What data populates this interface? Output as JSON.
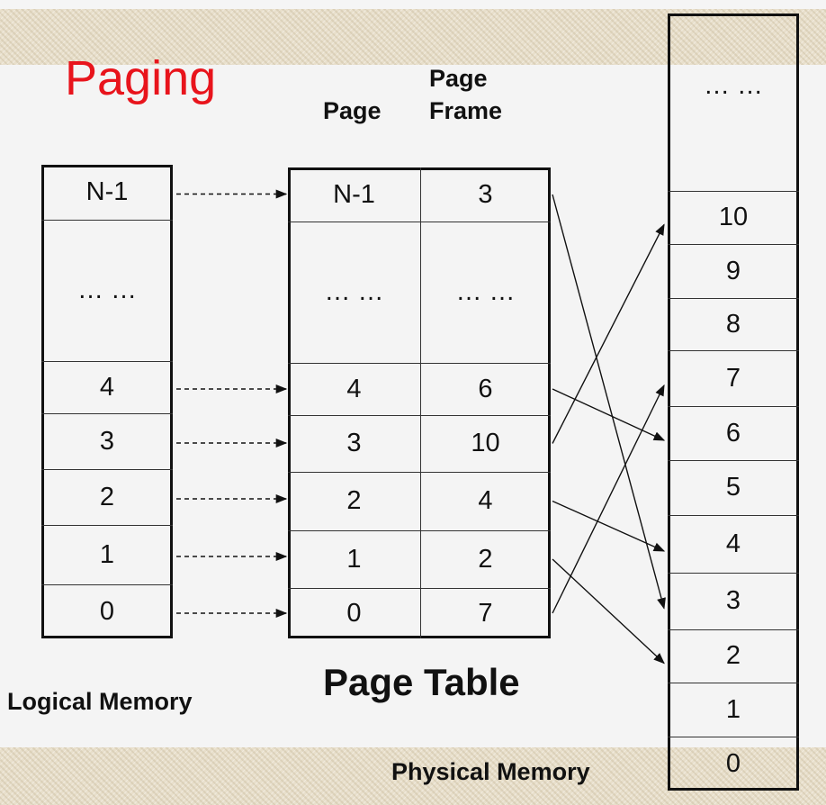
{
  "title": "Paging",
  "headers": {
    "page": "Page",
    "page_frame_line1": "Page",
    "page_frame_line2": "Frame"
  },
  "logical_memory": {
    "caption": "Logical Memory",
    "rows": [
      "N-1",
      "… …",
      "4",
      "3",
      "2",
      "1",
      "0"
    ]
  },
  "page_table": {
    "caption": "Page Table",
    "rows": [
      {
        "page": "N-1",
        "frame": "3"
      },
      {
        "page": "… …",
        "frame": "… …"
      },
      {
        "page": "4",
        "frame": "6"
      },
      {
        "page": "3",
        "frame": "10"
      },
      {
        "page": "2",
        "frame": "4"
      },
      {
        "page": "1",
        "frame": "2"
      },
      {
        "page": "0",
        "frame": "7"
      }
    ]
  },
  "physical_memory": {
    "caption": "Physical Memory",
    "rows": [
      "… …",
      "10",
      "9",
      "8",
      "7",
      "6",
      "5",
      "4",
      "3",
      "2",
      "1",
      "0"
    ]
  },
  "mappings": [
    {
      "page": "N-1",
      "frame": "3"
    },
    {
      "page": "4",
      "frame": "6"
    },
    {
      "page": "3",
      "frame": "10"
    },
    {
      "page": "2",
      "frame": "4"
    },
    {
      "page": "1",
      "frame": "2"
    },
    {
      "page": "0",
      "frame": "7"
    }
  ]
}
